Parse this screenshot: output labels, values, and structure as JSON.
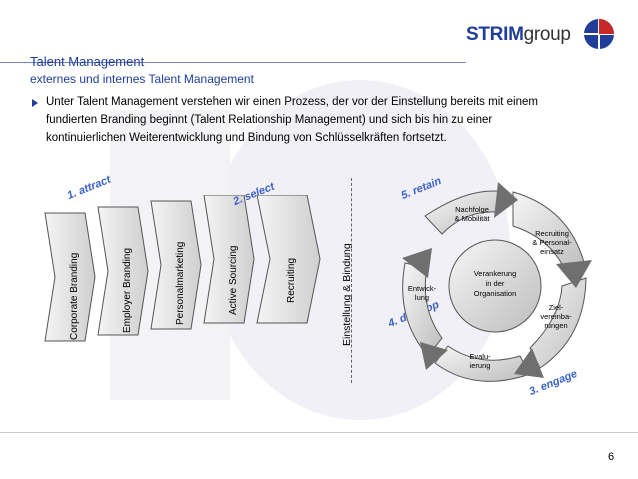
{
  "header": {
    "title": "Talent Management",
    "subtitle": "externes und internes Talent Management"
  },
  "logo": {
    "strong": "STRIM",
    "light": "group"
  },
  "bullet": {
    "line1": "Unter Talent Management verstehen wir einen Prozess, der vor der Einstellung bereits mit einem",
    "line2": "fundierten Branding beginnt (Talent Relationship Management) und sich bis hin zu einer",
    "line3": "kontinuierlichen Weiterentwicklung und Bindung von Schlüsselkräften fortsetzt."
  },
  "process_steps": [
    "Corporate Branding",
    "Employer Branding",
    "Personalmarketing",
    "Active Sourcing",
    "Recruiting"
  ],
  "phase_labels": {
    "attract": "1. attract",
    "select": "2. select",
    "retain": "5. retain",
    "develop": "4. develop",
    "engage": "3. engage"
  },
  "einstellung": "Einstellung & Bindung",
  "cycle": {
    "center_line1": "Verankerung",
    "center_line2": "in der",
    "center_line3": "Organisation",
    "seg_top_line1": "Nachfolge",
    "seg_top_line2": "& Mobilität",
    "seg_right_line1": "Recruiting",
    "seg_right_line2": "& Personal-",
    "seg_right_line3": "einsatz",
    "seg_br_line1": "Ziel-",
    "seg_br_line2": "vereinba-",
    "seg_br_line3": "rungen",
    "seg_bottom_line1": "Evalu-",
    "seg_bottom_line2": "ierung",
    "seg_left_line1": "Entwick-",
    "seg_left_line2": "lung"
  },
  "footer": {
    "page_number": "6"
  },
  "colors": {
    "brand_blue": "#1f3d99",
    "phase_blue": "#3a62c7",
    "arrow_grey": "#6f6f6f"
  }
}
